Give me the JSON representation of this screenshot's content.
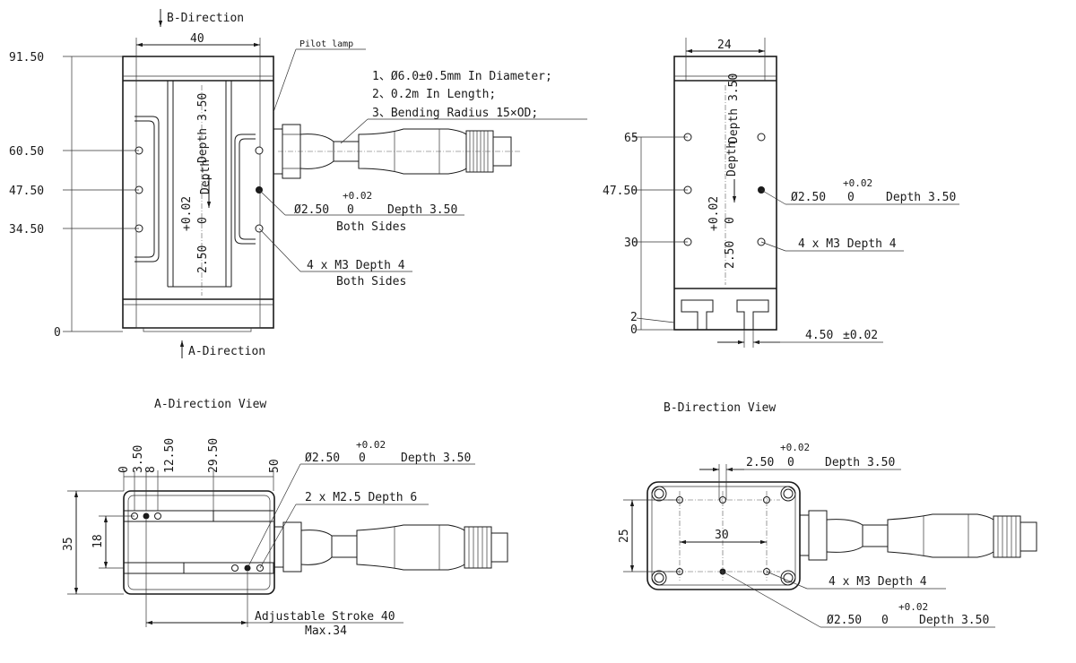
{
  "front_view": {
    "b_direction": "B-Direction",
    "a_direction": "A-Direction",
    "width_dim": "40",
    "pilot_lamp": "Pilot lamp",
    "y_dims": [
      "91.50",
      "60.50",
      "47.50",
      "34.50",
      "0"
    ],
    "depth_vertical": "Depth 3.50",
    "tol_plus": "+0.02",
    "tol_zero": "0",
    "dia_vertical": "2.50",
    "hole_tol_plus": "+0.02",
    "hole_dia": "Ø2.50",
    "hole_zero": "0",
    "hole_depth": "Depth 3.50",
    "hole_sides": "Both Sides",
    "screw_spec": "4 x M3 Depth 4",
    "screw_sides": "Both Sides",
    "cable_notes": [
      "1、Ø6.0±0.5mm In Diameter;",
      "2、0.2m In Length;",
      "3、Bending Radius 15×OD;"
    ]
  },
  "side_view": {
    "width_dim": "24",
    "y_dims": [
      "65",
      "47.50",
      "30",
      "2",
      "0"
    ],
    "depth_vertical": "Depth 3.50",
    "tol_plus": "+0.02",
    "tol_zero": "0",
    "dia_vertical": "2.50",
    "hole_tol_plus": "+0.02",
    "hole_dia": "Ø2.50",
    "hole_zero": "0",
    "hole_depth": "Depth 3.50",
    "screw_spec": "4 x M3 Depth 4",
    "slot_dim": "4.50",
    "slot_tol": "±0.02"
  },
  "a_view": {
    "title": "A-Direction View",
    "x_dims": [
      "0",
      "3.50",
      "8",
      "12.50",
      "29.50",
      "50"
    ],
    "height_dim": "35",
    "inner_dim": "18",
    "hole_tol_plus": "+0.02",
    "hole_dia": "Ø2.50",
    "hole_zero": "0",
    "hole_depth": "Depth 3.50",
    "screw_spec": "2 x M2.5 Depth 6",
    "stroke": "Adjustable Stroke 40",
    "stroke_max": "Max.34"
  },
  "b_view": {
    "title": "B-Direction View",
    "top_tol_plus": "+0.02",
    "top_dia": "2.50",
    "top_zero": "0",
    "top_depth": "Depth 3.50",
    "height_dim": "25",
    "width_dim": "30",
    "screw_spec": "4 x  M3 Depth 4",
    "hole_tol_plus": "+0.02",
    "hole_dia": "Ø2.50",
    "hole_zero": "0",
    "hole_depth": "Depth 3.50"
  }
}
